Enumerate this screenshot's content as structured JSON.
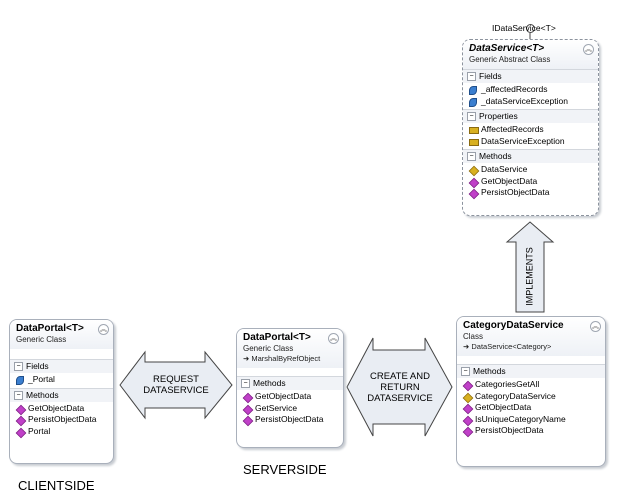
{
  "interface_label": "IDataService<T>",
  "classes": {
    "dataservice": {
      "name": "DataService<T>",
      "stereotype": "Generic Abstract Class",
      "sections": [
        {
          "title": "Fields",
          "items": [
            "_affectedRecords",
            "_dataServiceException"
          ]
        },
        {
          "title": "Properties",
          "items": [
            "AffectedRecords",
            "DataServiceException"
          ]
        },
        {
          "title": "Methods",
          "items": [
            "DataService",
            "GetObjectData",
            "PersistObjectData"
          ]
        }
      ]
    },
    "client_dataportal": {
      "name": "DataPortal<T>",
      "stereotype": "Generic Class",
      "sections": [
        {
          "title": "Fields",
          "items": [
            "_Portal"
          ]
        },
        {
          "title": "Methods",
          "items": [
            "GetObjectData",
            "PersistObjectData",
            "Portal"
          ]
        }
      ]
    },
    "server_dataportal": {
      "name": "DataPortal<T>",
      "stereotype": "Generic Class",
      "inherits": "MarshalByRefObject",
      "sections": [
        {
          "title": "Methods",
          "items": [
            "GetObjectData",
            "GetService",
            "PersistObjectData"
          ]
        }
      ]
    },
    "category": {
      "name": "CategoryDataService",
      "stereotype": "Class",
      "inherits": "DataService<Category>",
      "sections": [
        {
          "title": "Methods",
          "items": [
            "CategoriesGetAll",
            "CategoryDataService",
            "GetObjectData",
            "IsUniqueCategoryName",
            "PersistObjectData"
          ]
        }
      ]
    }
  },
  "arrows": {
    "request": [
      "REQUEST",
      "DATASERVICE"
    ],
    "create": [
      "CREATE AND",
      "RETURN",
      "DATASERVICE"
    ],
    "implements": "IMPLEMENTS"
  },
  "captions": {
    "clientside": "CLIENTSIDE",
    "serverside": "SERVERSIDE"
  }
}
